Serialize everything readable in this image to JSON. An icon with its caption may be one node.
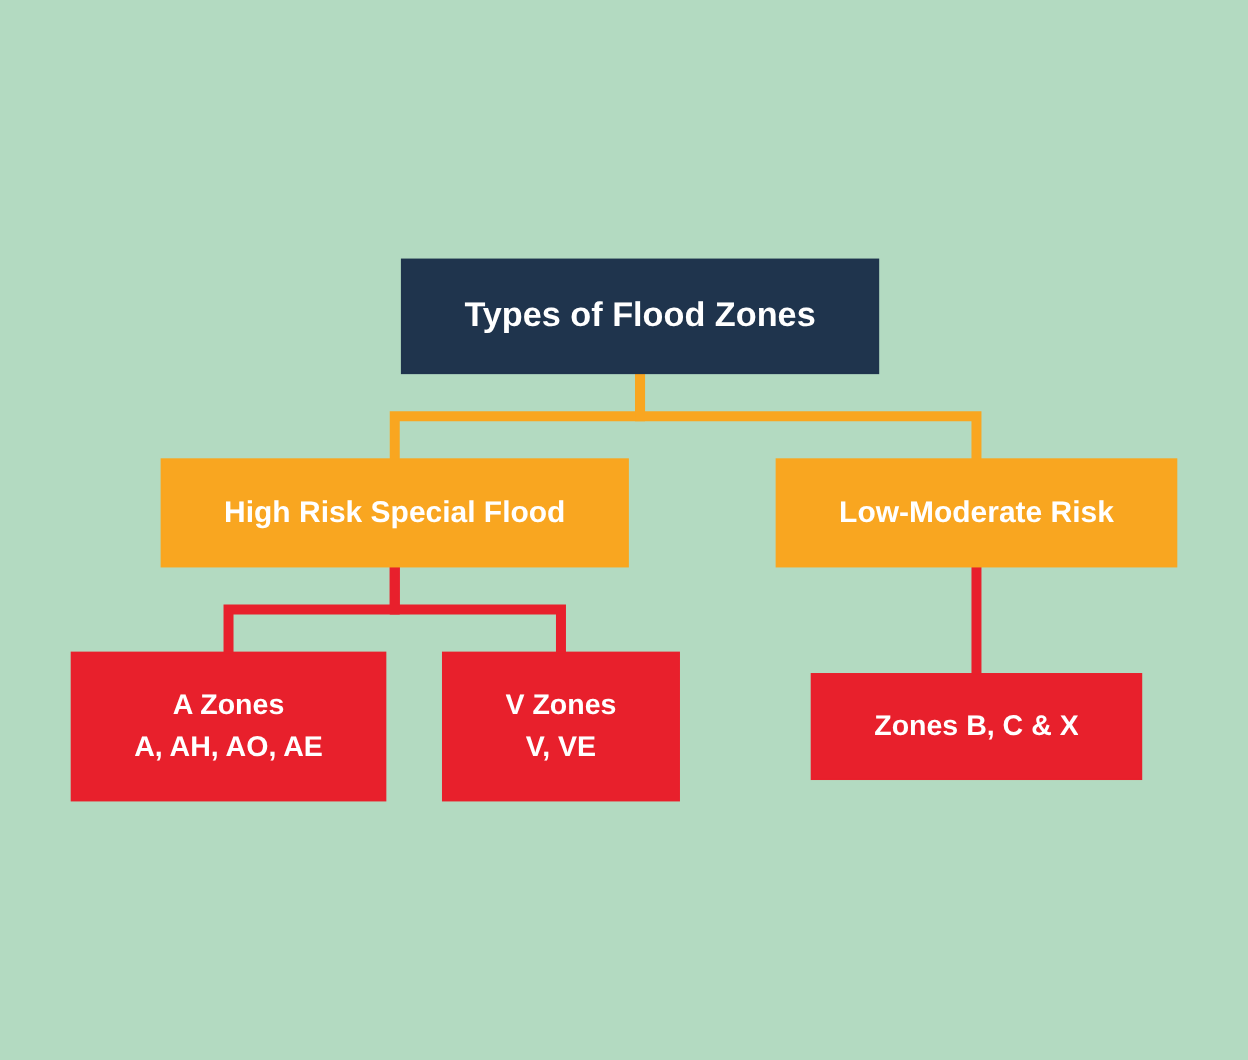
{
  "diagram": {
    "nodes": [
      {
        "text": [
          "Types of Flood Zones"
        ]
      },
      {
        "text": [
          "High Risk Special Flood"
        ]
      },
      {
        "text": [
          "Low-Moderate Risk"
        ]
      },
      {
        "text": [
          "A Zones",
          "A, AH, AO, AE"
        ]
      },
      {
        "text": [
          "V Zones",
          "V, VE"
        ]
      },
      {
        "text": [
          "Zones B, C & X"
        ]
      }
    ],
    "edges": [
      {
        "from": 0,
        "to": 1,
        "arrow": "none",
        "color": "#f9a620"
      },
      {
        "from": 0,
        "to": 2,
        "arrow": "none",
        "color": "#f9a620"
      },
      {
        "from": 1,
        "to": 3,
        "arrow": "none"
      },
      {
        "from": 1,
        "to": 4,
        "arrow": "none"
      },
      {
        "from": 2,
        "to": 5,
        "arrow": "none"
      }
    ]
  }
}
